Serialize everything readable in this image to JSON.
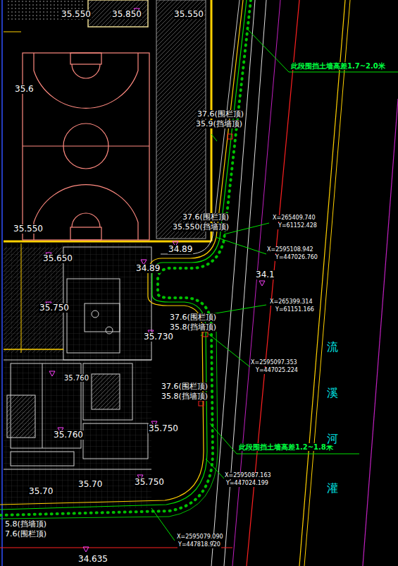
{
  "diagram": {
    "labels": [
      "35.550",
      "35.850",
      "35.550",
      "35.6",
      "此段围挡土墙高差1.7~2.0米",
      "37.6(围栏顶)",
      "35.9(挡墙顶)",
      "37.6(围栏顶)",
      "35.550(挡墙顶)",
      "35.550",
      "X=265409.740",
      "Y=61152.428",
      "X=2595108.942",
      "Y=447026.760",
      "35.650",
      "34.89",
      "34.89",
      "34.1",
      "X=265399.314",
      "Y=61151.166",
      "35.750",
      "37.6(围栏顶)",
      "35.8(挡墙顶)",
      "35.730",
      "X=2595097.353",
      "Y=447025.224",
      "35.760",
      "37.6(围栏顶)",
      "35.8(挡墙顶)",
      "35.760",
      "35.750",
      "此段围挡土墙高差1.2~1.8米",
      "X=2595087.163",
      "Y=447024.199",
      "35.70",
      "35.70",
      "35.750",
      "5.8(挡墙顶)",
      "7.6(围栏顶)",
      "X=2595079.090",
      "Y=447818.920",
      "34.635",
      "流",
      "溪",
      "河",
      "灌"
    ]
  }
}
